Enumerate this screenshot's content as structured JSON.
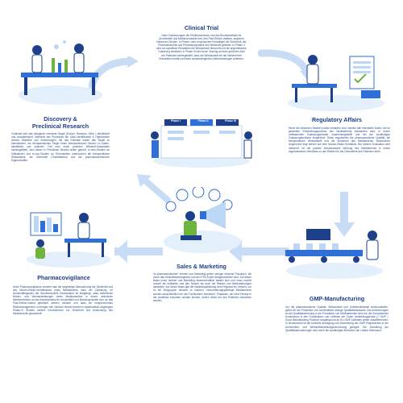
{
  "colors": {
    "dark_blue": "#1e3f8a",
    "mid_blue": "#2f6fd6",
    "light_blue": "#bcd6f6",
    "pale_blue": "#e4effc",
    "green": "#6fb43f",
    "text": "#2b4b86"
  },
  "clinical_trial": {
    "title": "Clinical Trial",
    "body": "Nach Zustimmungen der Ethikkommission und des Bundesinstituts für Arzneimittel und Medizinprodukte bzw. des Paul-Ehrlich-Instituts, beginnen klinischen Studien. In Phase I wird an gesunden Freiwilligen die Sicherheit, die Pharmakokinetik und Pharmakodynamik des Wirkstoffs getestet. In Phase II wird am spezifisch Erkrankten die Wirksamkeit überprüft und die angemessene Dosierung bestimmt. In Phase III wird durch Testung an einer größeren Zahl von Patienten sichergestellt, dass die Wirksamkeit bei der Mehrheit der Erkrankten eintritt und keine schwerwiegenden Nebenwirkungen auftreten.",
    "phase_labels": [
      "Phase I",
      "Phase II",
      "Phase III"
    ]
  },
  "discovery": {
    "title": "Discovery &\nPreclinical Research",
    "body": "Zunächst wird das biologisch relevante Target (Enzym, Rezeptor, Zelle..) identifiziert und charakterisiert. Während des Prozesses der Lead Identification & Optimization werden Moleküle und Verbindungen, die das Potential haben das Target zu beeinflussen, als therapeutisches Target einen therapeutischen Nutzen zu haben, identifiziert und optimiert. Fall man einen potenten Wirkstoff-Kandidaten herausgefiltert, wird dieser in Preclinical Studies weiter geprüft. In-vitro-Studien an Zellkulturen und in-vivo-Studien an Tiermodellen untersuchen die therapeutische Wirksamkeit, die Sicherheit (Toxizitätstest) und die pharmakokinetischen Eigenschaften."
  },
  "regulatory": {
    "title": "Regulatory Affairs",
    "body": "Wenn die klinischen Studien positiv verlaufen sind, werden alle relevanten Daten, die im gesamten Entwicklungsprozess des Medikaments entstanden sind, in einem umfassenden Zulassungsdossier zusammengestellt und bei der zuständigen Zulassungsbehörde eingereicht. Diese begutachtet die pharmazeutische Qualität, die therapeutische Wirksamkeit und die Sicherheit des Medikaments. Besonderes Augenmerk liegt hierbei auf dem Nutzen-Risiko-Verhältnis. Bei diesem Evaluation wird überprüft, ob die positive therapeutische Wirkung des Medikaments in einem angemessenen Verhältnis zu den Risiken für die Gesundheit des Patienten steht."
  },
  "sales": {
    "title": "Sales & Marketing",
    "body": "Im pharmazeutischen Vertrieb und Marketing gelten strenge ethische Prinzipien, die durch das Heilmittelwerbegesetz und den FSA-Kodex festgeschrieben sind. Auf dieser Basis muss Vertrieb und Marketing wissenschaftlich basiert sein und muss explizit sowohl die Indikation und den Nutzen als auch die Risiken und Nebenwirkungen darstellen. Auf dieser Basis gibt die Marketingabteilung dem Präparat ein Gesicht, um es bei Zielgruppen bekannt zu machen. Verschreibungspflichtige Medikamente werden ausschließlich bei den Fachkreisen beworben. Präparate, die ohne Rezept in der Apotheke erworben werden können, dürfen direkt bei den Patienten beworben werden."
  },
  "pharmacovigilance": {
    "title": "Pharmacovigilance",
    "body": "Unter Pharmacovigilance versteht man die langfristige Überwachung der Sicherheit und des Nutzen-Risiko-Verhältnisses eines Medikaments nach der Zulassung. Im Arzneimittelgesetz der Bundesrepublik Deutschland ist festgelegt, dass auftretende Neben- und Wechselwirkungen eines Medikamentes in einem definierten Meldeverfahren an das Bundesinstitut für Arzneimittel und Medizinprodukte bzw. an das Paul-Ehrlich-Institut gemeldet werden müssen und dass ein entsprechendes Risikomanagement zu erfolgen hat. Darüber hinaus werden in systematisch angelegten Phase-IV Studien weitere Informationen zur Sicherheit und Anwendung des Medikaments gesammelt."
  },
  "gmp": {
    "title": "GMP-Manufacturing",
    "body": "Um die pharmazeutische Qualität, Wirksamkeit und Unbedenklichkeit sicherzustellen, gelten für die Produktion von Arzneimitteln strenge Qualitätsstandards. Die Anforderungen an die Qualitätssicherung in der Produktion von Medikamenten sind von der Europäischen Kommission in den Grundsätzen und Leitlinien der Guten Herstellungspraxis (= GMP = Good Manufacturing Practice) dargelegt und im EU-GMP-Leitfaden weiter ausdifferenziert. In Deutschland ist die konkrete Auslegung und Anwendung des GMP-Regelwerkes in der Arzneimittel- und Wirkstoffherstellungsverordnung geregelt. Die Einhaltung der Qualitätsanforderungen wird durch die zuständigen Behörden der Länder überwacht."
  }
}
